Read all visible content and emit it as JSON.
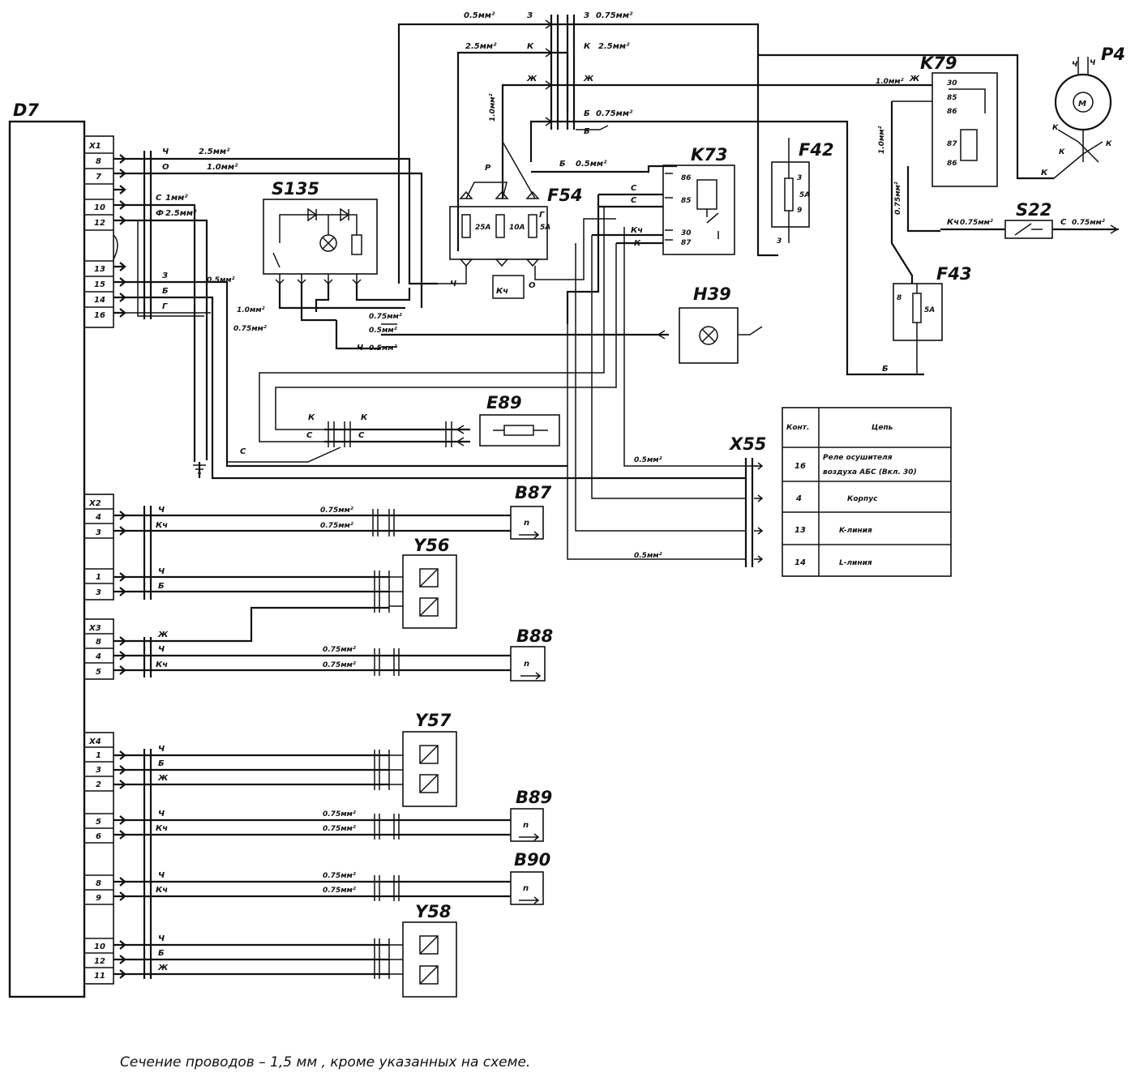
{
  "components": {
    "d7": "D7",
    "x1": "X1",
    "x2": "X2",
    "x3": "X3",
    "x4": "X4",
    "s135": "S135",
    "f54": "F54",
    "k73": "K73",
    "f42": "F42",
    "k79": "K79",
    "p4": "P4",
    "s22": "S22",
    "f43": "F43",
    "h39": "H39",
    "e89": "E89",
    "x55": "X55",
    "b87": "B87",
    "y56": "Y56",
    "b88": "B88",
    "y57": "Y57",
    "b89": "B89",
    "b90": "B90",
    "y58": "Y58"
  },
  "x1_pins": [
    "8",
    "7",
    "",
    "10",
    "12",
    "",
    "13",
    "15",
    "14",
    "16"
  ],
  "x2_pins": [
    "4",
    "3",
    "1",
    "3"
  ],
  "x3_pins": [
    "8",
    "4",
    "5"
  ],
  "x4_pins": [
    "1",
    "3",
    "2",
    "5",
    "6",
    "8",
    "9",
    "10",
    "12",
    "11"
  ],
  "sensor_symbol": "n",
  "motor_symbol": "M",
  "wire_labels": {
    "x1_top_ch": "Ч",
    "x1_top_ch_size": "2.5мм²",
    "x1_o": "О",
    "x1_o_size": "1.0мм²",
    "x1_s": "С",
    "x1_s_size": "1мм²",
    "x1_g": "Ф",
    "x1_g_size": "2.5мм²",
    "x1_z": "З",
    "x1_b": "Б",
    "x1_gr": "Г",
    "s135_size1": "0.5мм²",
    "s135_size2": "1.0мм²",
    "s135_size3": "0.75мм²",
    "h39_size1": "0.75мм²",
    "h39_size2": "0.5мм²",
    "h39_size3": "0.5мм²",
    "h39_ch": "Ч",
    "top_z": "З",
    "top_z_size": "0.5мм²",
    "top_z2": "З",
    "top_z2_size": "0.75мм²",
    "top_k": "К",
    "top_k_size": "2.5мм²",
    "top_k2": "К",
    "top_k2_size": "2.5мм²",
    "top_zh": "Ж",
    "top_zh2": "Ж",
    "top_zh_size": "1.0мм²",
    "top_b": "Б",
    "top_b_size": "0.75мм²",
    "top_b2": "Б",
    "top_b3": "Б",
    "top_b3_size": "0.5мм²",
    "f54_r": "Р",
    "f54_ch": "Ч",
    "f54_o": "О",
    "f54_kch": "Кч",
    "f54_k": "Г",
    "f54_fuse1": "25А",
    "f54_fuse2": "10А",
    "f54_fuse3": "5А",
    "k73_s": "С",
    "k73_s2": "С",
    "k73_kch": "Кч",
    "k73_k": "К",
    "k73_pin1": "86",
    "k73_pin2": "85",
    "k73_pin3": "30",
    "k73_pin4": "87",
    "k79_size": "1.0мм²",
    "k79_zh": "Ж",
    "k79_size2": "1.0мм²",
    "k79_size3": "0.75мм²",
    "k79_pins": [
      "30",
      "85",
      "86",
      "87",
      "86"
    ],
    "k79_k": "К",
    "k79_b": "Б",
    "s22_kch": "Кч",
    "s22_kch_size": "0.75мм²",
    "s22_s": "С",
    "s22_s_size": "0.75мм²",
    "f42_pin1": "3",
    "f42_pin2": "9",
    "f42_rating": "5А",
    "f42_pins_bottom": "3",
    "f43_rating": "5А",
    "f43_pin": "8",
    "p4_pins": [
      "Ч",
      "Ч",
      "К",
      "К",
      "К"
    ],
    "e89_k": "К",
    "e89_s": "С",
    "e89_k2": "К",
    "e89_s2": "С",
    "e89_s3": "С",
    "x55_size": "0.5мм²",
    "x55_size2": "0.5мм²",
    "b87_ch": "Ч",
    "b87_kch": "Кч",
    "b87_size": "0.75мм²",
    "b87_size2": "0.75мм²",
    "y56_ch": "Ч",
    "y56_b": "Б",
    "x3_zh": "Ж",
    "b88_ch": "Ч",
    "b88_kch": "Кч",
    "b88_size": "0.75мм²",
    "b88_size2": "0.75мм²",
    "y57_ch": "Ч",
    "y57_b": "Б",
    "y57_zh": "Ж",
    "b89_ch": "Ч",
    "b89_kch": "Кч",
    "b89_size": "0.75мм²",
    "b89_size2": "0.75мм²",
    "b90_ch": "Ч",
    "b90_kch": "Кч",
    "b90_size": "0.75мм²",
    "b90_size2": "0.75мм²",
    "y58_ch": "Ч",
    "y58_b": "Б",
    "y58_zh": "Ж"
  },
  "legend": {
    "col_contact": "Конт.",
    "col_circuit": "Цепь",
    "rows": [
      {
        "contact": "16",
        "circuit_line1": "Реле осушителя",
        "circuit_line2": "воздуха АБС (Вкл. 30)"
      },
      {
        "contact": "4",
        "circuit_line1": "Корпус",
        "circuit_line2": ""
      },
      {
        "contact": "13",
        "circuit_line1": "K-линия",
        "circuit_line2": ""
      },
      {
        "contact": "14",
        "circuit_line1": "L-линия",
        "circuit_line2": ""
      }
    ]
  },
  "footer": "Сечение проводов – 1,5 мм , кроме указанных на схеме."
}
